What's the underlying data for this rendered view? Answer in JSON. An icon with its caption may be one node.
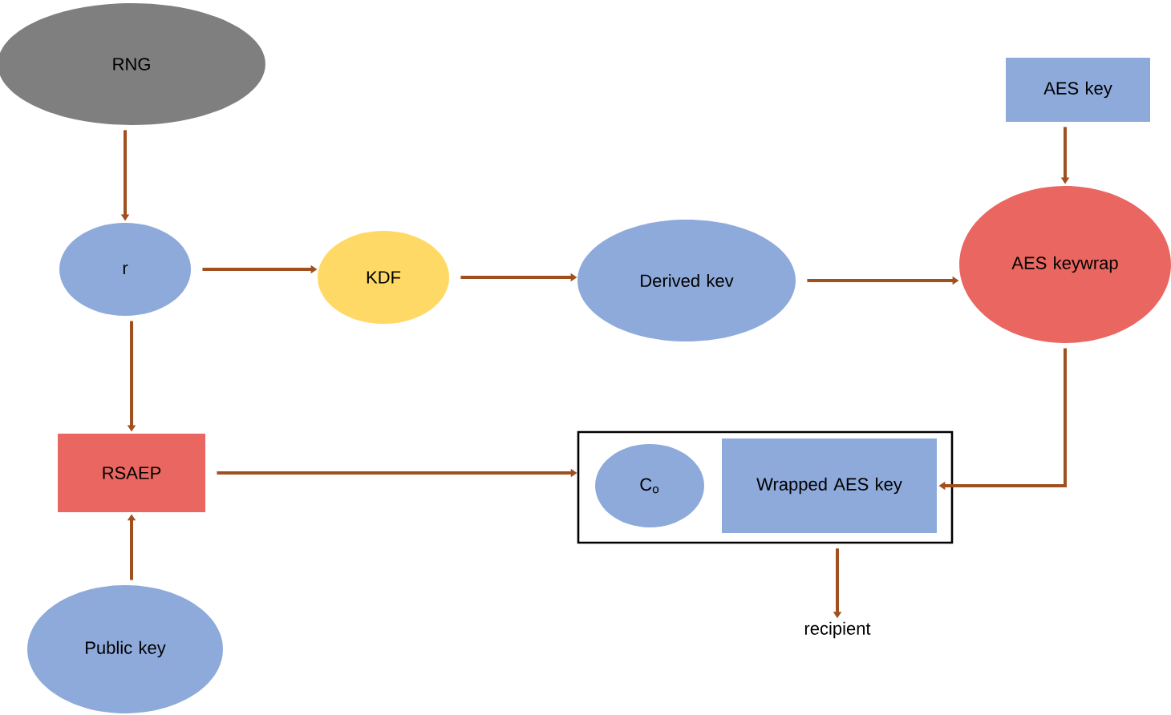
{
  "diagram": {
    "nodes": [
      {
        "text": [
          "RNG"
        ]
      },
      {
        "text": [
          "r"
        ]
      },
      {
        "text": [
          "KDF"
        ]
      },
      {
        "text": [
          "Derived kev"
        ]
      },
      {
        "text": [
          "AES key"
        ]
      },
      {
        "text": [
          "AES keywrap"
        ]
      },
      {
        "text": [
          "RSAEP"
        ]
      },
      {
        "text": [
          "Public key"
        ]
      },
      {
        "text": [],
        "shape": "box"
      },
      {
        "text": [
          "C$_{o}$"
        ],
        "in": 8
      },
      {
        "text": [
          "Wrapped AES key"
        ],
        "in": 8
      },
      {
        "text": [
          "recipient"
        ]
      }
    ],
    "edges": [
      {
        "from": 0,
        "to": 1,
        "arrow": "to"
      },
      {
        "from": 1,
        "to": 2,
        "arrow": "to"
      },
      {
        "from": 2,
        "to": 3,
        "arrow": "to"
      },
      {
        "from": 3,
        "to": 5,
        "arrow": "to"
      },
      {
        "from": 4,
        "to": 5,
        "arrow": "to"
      },
      {
        "from": 1,
        "to": 6,
        "arrow": "to"
      },
      {
        "from": 7,
        "to": 6,
        "arrow": "to"
      },
      {
        "from": 6,
        "to": 8,
        "arrow": "to"
      },
      {
        "from": 5,
        "to": 10,
        "arrow": "to"
      },
      {
        "from": 8,
        "to": 11,
        "arrow": "to"
      }
    ]
  }
}
